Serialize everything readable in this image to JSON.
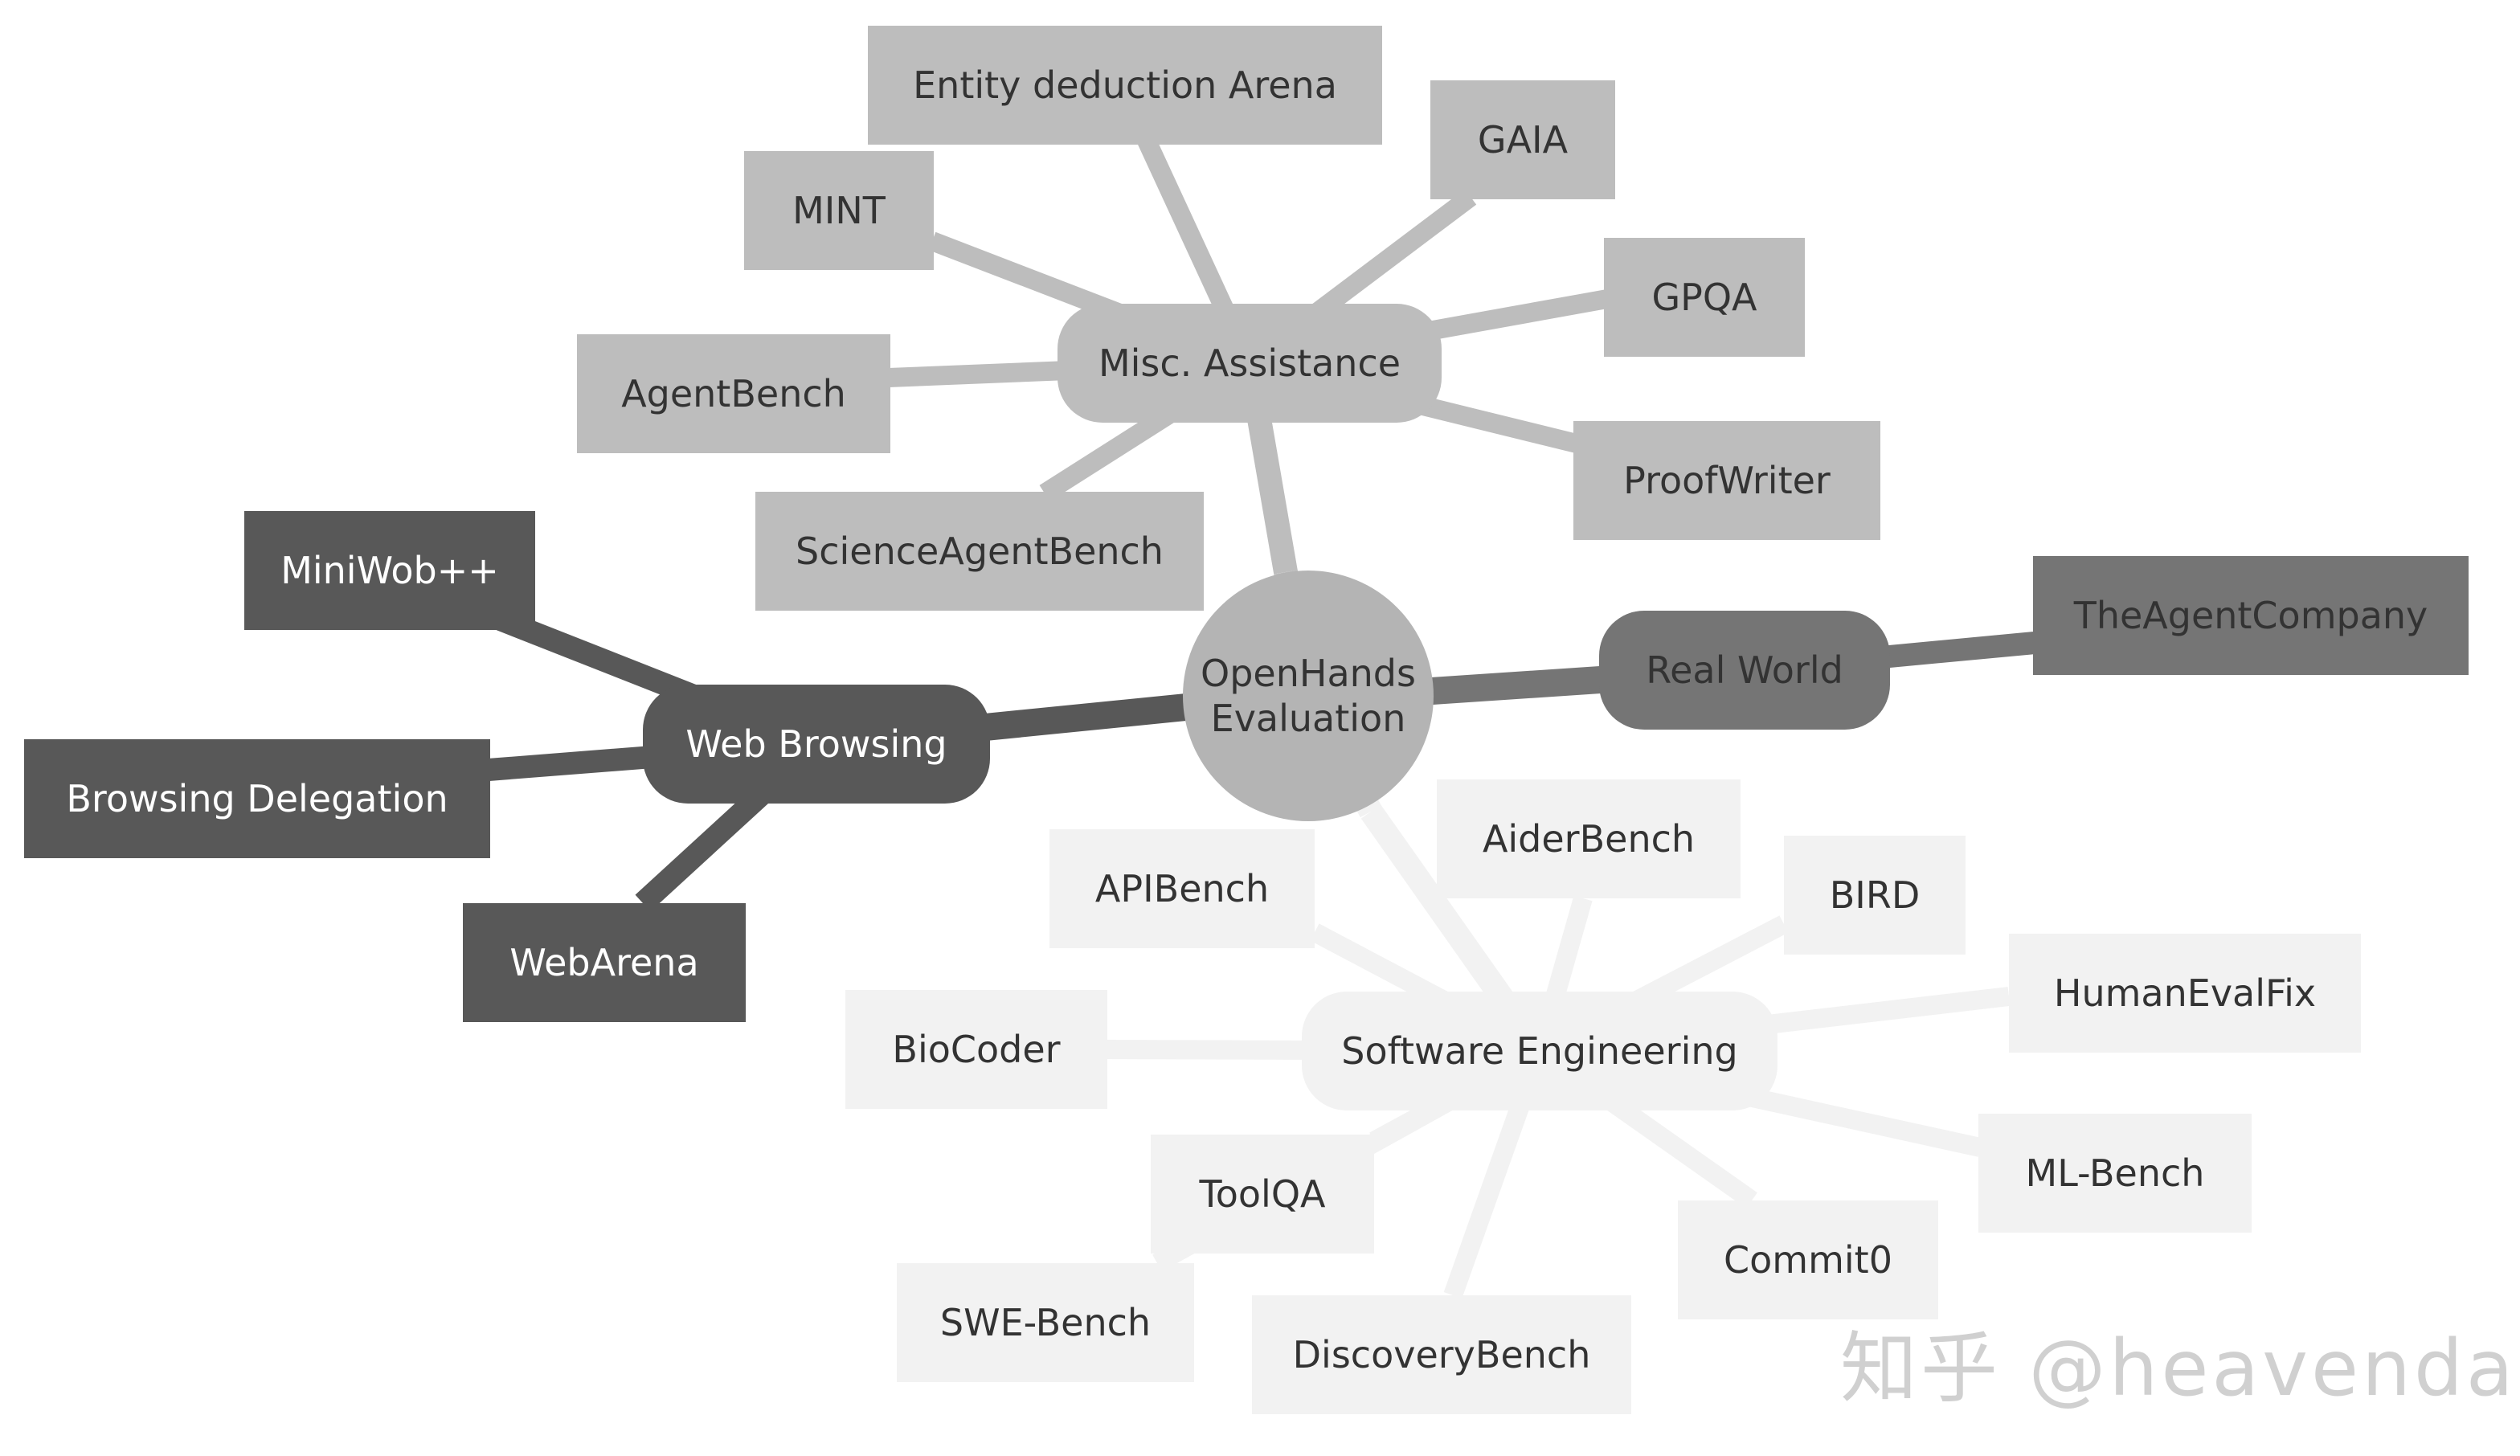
{
  "colors": {
    "root": "#b4b4b4",
    "misc": "#bdbdbd",
    "web": "#585858",
    "real": "#757575",
    "software": "#f2f2f2",
    "text_dark": "#333333",
    "text_light": "#ffffff"
  },
  "root": {
    "lines": [
      "OpenHands",
      "Evaluation"
    ]
  },
  "branches": [
    {
      "key": "misc",
      "label": "Misc. Assistance",
      "leaves": [
        "Entity deduction Arena",
        "GAIA",
        "MINT",
        "GPQA",
        "AgentBench",
        "ProofWriter",
        "ScienceAgentBench"
      ]
    },
    {
      "key": "web",
      "label": "Web Browsing",
      "leaves": [
        "MiniWob++",
        "Browsing Delegation",
        "WebArena"
      ]
    },
    {
      "key": "real",
      "label": "Real World",
      "leaves": [
        "TheAgentCompany"
      ]
    },
    {
      "key": "software",
      "label": "Software Engineering",
      "leaves": [
        "APIBench",
        "AiderBench",
        "BIRD",
        "HumanEvalFix",
        "BioCoder",
        "ML-Bench",
        "ToolQA",
        "Commit0",
        "SWE-Bench",
        "DiscoveryBench"
      ]
    }
  ],
  "watermark": "知乎 @heavendai"
}
